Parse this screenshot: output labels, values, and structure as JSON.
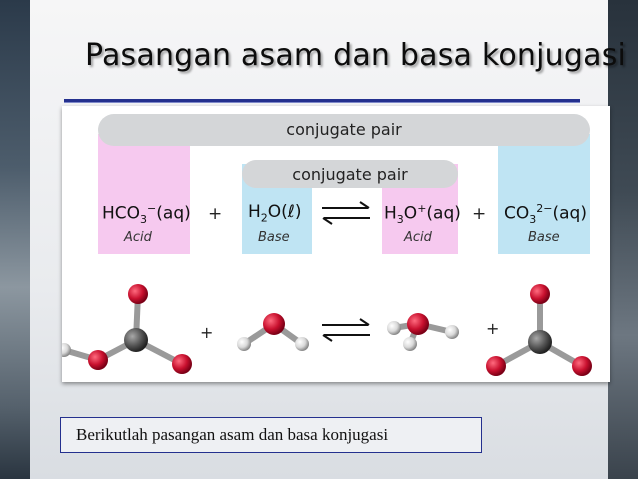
{
  "slide": {
    "title": "Pasangan asam dan basa konjugasi",
    "caption": "Berikutlah pasangan asam dan basa konjugasi"
  },
  "diagram": {
    "outer_pair_label": "conjugate pair",
    "inner_pair_label": "conjugate pair",
    "species": [
      {
        "formula": "HCO",
        "subscript": "3",
        "superscript": "−",
        "state": "(aq)",
        "role": "Acid",
        "highlight": "#f6c9ef"
      },
      {
        "formula": "H",
        "subscript": "2",
        "rest": "O(ℓ)",
        "role": "Base",
        "highlight": "#bfe4f3"
      },
      {
        "formula": "H",
        "subscript": "3",
        "rest": "O",
        "superscript": "+",
        "state": "(aq)",
        "role": "Acid",
        "highlight": "#f6c9ef"
      },
      {
        "formula": "CO",
        "subscript": "3",
        "superscript": "2−",
        "state": "(aq)",
        "role": "Base",
        "highlight": "#bfe4f3"
      }
    ],
    "plus": "+",
    "equilibrium_arrow": "⇌",
    "atom_colors": {
      "oxygen": "#c8102e",
      "carbon": "#555555",
      "hydrogen": "#d9d9d9"
    }
  }
}
